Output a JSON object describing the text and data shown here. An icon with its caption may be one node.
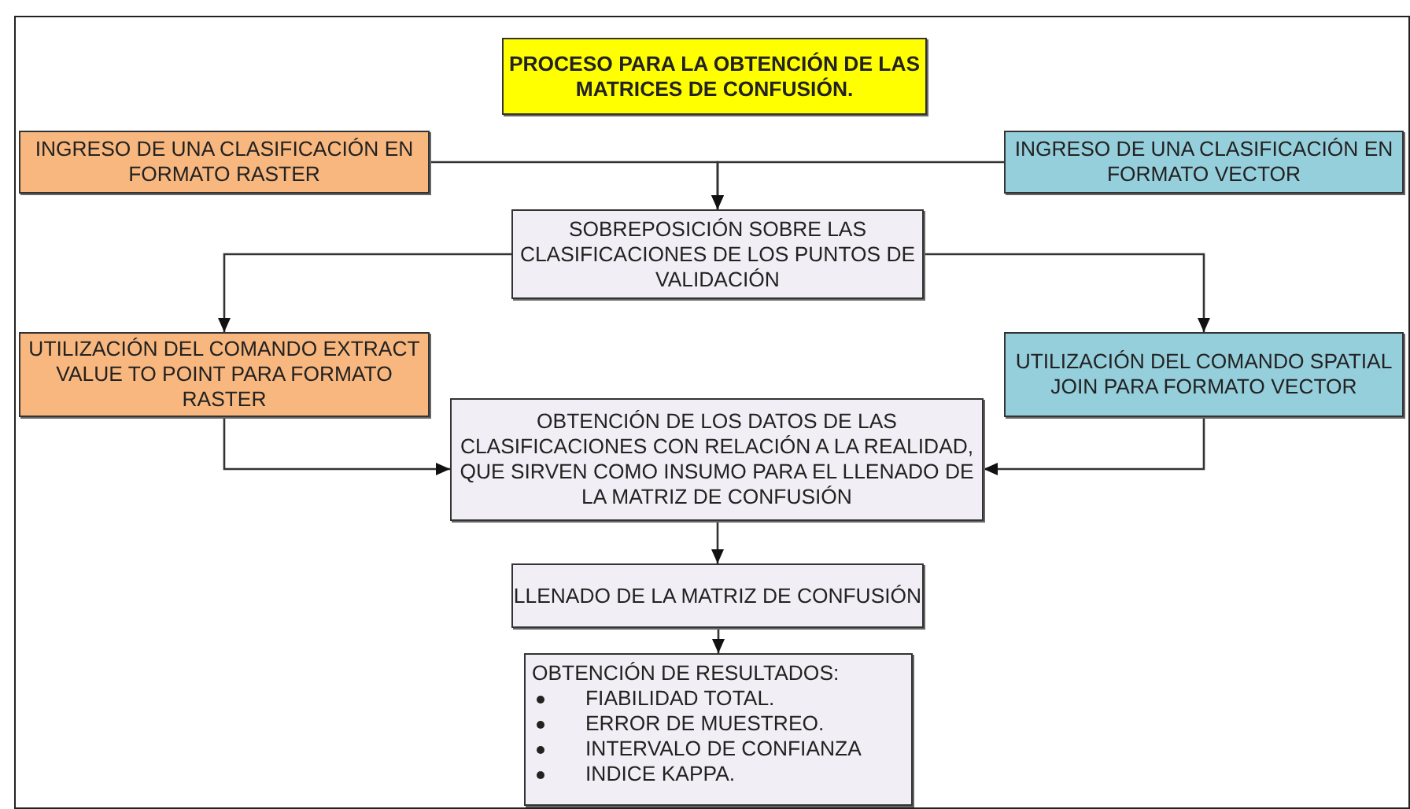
{
  "diagram": {
    "nodes": [
      {
        "text": [
          "PROCESO PARA LA OBTENCIÓN DE LAS MATRICES DE CONFUSIÓN."
        ]
      },
      {
        "text": [
          "INGRESO DE UNA CLASIFICACIÓN EN FORMATO RASTER"
        ]
      },
      {
        "text": [
          "INGRESO DE UNA CLASIFICACIÓN EN FORMATO VECTOR"
        ]
      },
      {
        "text": [
          "SOBREPOSICIÓN SOBRE LAS CLASIFICACIONES DE LOS PUNTOS DE VALIDACIÓN"
        ]
      },
      {
        "text": [
          "UTILIZACIÓN DEL COMANDO EXTRACT VALUE TO POINT PARA FORMATO RASTER"
        ]
      },
      {
        "text": [
          "UTILIZACIÓN DEL COMANDO SPATIAL JOIN PARA FORMATO VECTOR"
        ]
      },
      {
        "text": [
          "OBTENCIÓN DE LOS DATOS DE LAS CLASIFICACIONES CON RELACIÓN A LA REALIDAD, QUE SIRVEN COMO INSUMO PARA EL LLENADO DE LA MATRIZ DE CONFUSIÓN"
        ]
      },
      {
        "text": [
          "LLENADO DE LA MATRIZ DE CONFUSIÓN"
        ]
      },
      {
        "text": [
          "OBTENCIÓN DE RESULTADOS:",
          "FIABILIDAD TOTAL.",
          "ERROR DE MUESTREO.",
          "INTERVALO DE CONFIANZA",
          "INDICE KAPPA."
        ]
      }
    ],
    "edges": [
      {
        "from": 1,
        "to": 3,
        "arrow": "to"
      },
      {
        "from": 2,
        "to": 3,
        "arrow": "to"
      },
      {
        "from": 3,
        "to": 4,
        "arrow": "to"
      },
      {
        "from": 3,
        "to": 5,
        "arrow": "to"
      },
      {
        "from": 4,
        "to": 6,
        "arrow": "to"
      },
      {
        "from": 5,
        "to": 6,
        "arrow": "to"
      },
      {
        "from": 6,
        "to": 7,
        "arrow": "to"
      },
      {
        "from": 7,
        "to": 8,
        "arrow": "to"
      }
    ]
  }
}
